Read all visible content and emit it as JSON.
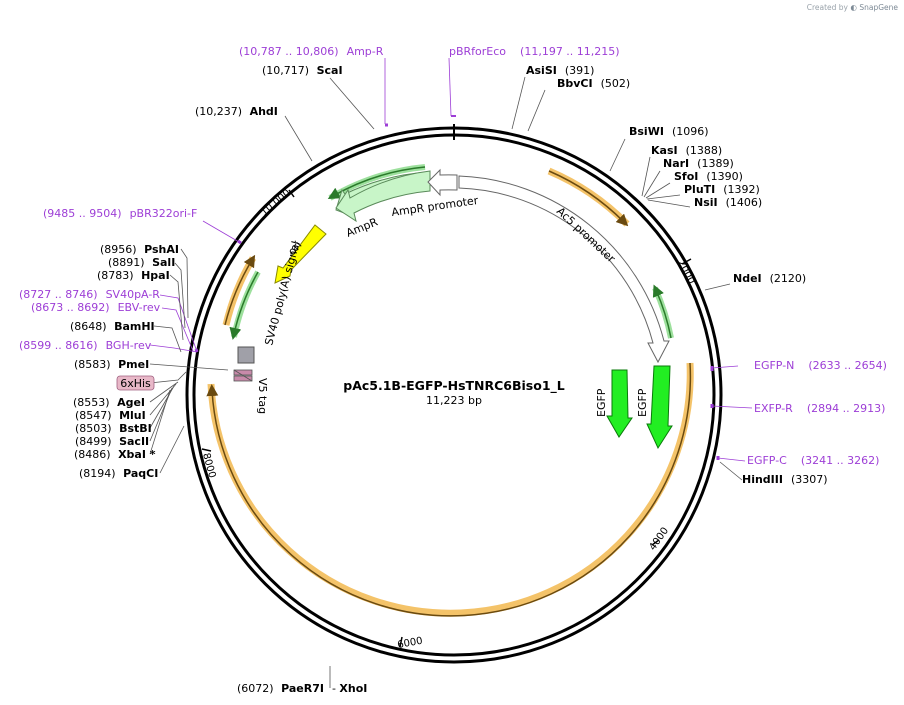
{
  "watermark": {
    "prefix": "Created by",
    "brand": "SnapGene"
  },
  "plasmid": {
    "name": "pAc5.1B-EGFP-HsTNRC6Biso1_L",
    "length": "11,223 bp"
  },
  "ticks": [
    "2000",
    "4000",
    "6000",
    "8000",
    "10,000"
  ],
  "sites": [
    {
      "pos": "(10,717)",
      "name": "ScaI"
    },
    {
      "pos": "(391)",
      "name": "AsiSI"
    },
    {
      "pos": "(502)",
      "name": "BbvCI"
    },
    {
      "pos": "(10,237)",
      "name": "AhdI"
    },
    {
      "pos": "(1096)",
      "name": "BsiWI"
    },
    {
      "pos": "(1388)",
      "name": "KasI"
    },
    {
      "pos": "(1389)",
      "name": "NarI"
    },
    {
      "pos": "(1390)",
      "name": "SfoI"
    },
    {
      "pos": "(1392)",
      "name": "PluTI"
    },
    {
      "pos": "(1406)",
      "name": "NsiI"
    },
    {
      "pos": "(2120)",
      "name": "NdeI"
    },
    {
      "pos": "(3307)",
      "name": "HindIII"
    },
    {
      "pos": "(6072)",
      "name": "PaeR7I",
      "extra": "XhoI"
    },
    {
      "pos": "(8956)",
      "name": "PshAI"
    },
    {
      "pos": "(8891)",
      "name": "SalI"
    },
    {
      "pos": "(8783)",
      "name": "HpaI"
    },
    {
      "pos": "(8648)",
      "name": "BamHI"
    },
    {
      "pos": "(8583)",
      "name": "PmeI"
    },
    {
      "pos": "(8553)",
      "name": "AgeI"
    },
    {
      "pos": "(8547)",
      "name": "MluI"
    },
    {
      "pos": "(8503)",
      "name": "BstBI"
    },
    {
      "pos": "(8499)",
      "name": "SacII"
    },
    {
      "pos": "(8486)",
      "name": "XbaI *"
    },
    {
      "pos": "(8194)",
      "name": "PaqCI"
    }
  ],
  "primers": [
    {
      "range": "(10,787 .. 10,806)",
      "name": "Amp-R"
    },
    {
      "range": "(11,197 .. 11,215)",
      "name": "pBRforEco"
    },
    {
      "range": "(9485 .. 9504)",
      "name": "pBR322ori-F"
    },
    {
      "range": "(8727 .. 8746)",
      "name": "SV40pA-R"
    },
    {
      "range": "(8673 .. 8692)",
      "name": "EBV-rev"
    },
    {
      "range": "(8599 .. 8616)",
      "name": "BGH-rev"
    },
    {
      "range": "(2633 .. 2654)",
      "name": "EGFP-N"
    },
    {
      "range": "(2894 .. 2913)",
      "name": "EXFP-R"
    },
    {
      "range": "(3241 .. 3262)",
      "name": "EGFP-C"
    }
  ],
  "features": {
    "ampr": "AmpR",
    "ampr_promoter": "AmpR promoter",
    "ori": "ori",
    "sv40": "SV40 poly(A) signal",
    "v5": "V5 tag",
    "his": "6xHis",
    "ac5": "Ac5 promoter",
    "egfp1": "EGFP",
    "egfp2": "EGFP"
  },
  "colors": {
    "backbone": "#000000",
    "primer": "#9d3ed6",
    "ampr": "#c8f5c8",
    "ori": "#ffff00",
    "egfp": "#22ee22",
    "orf": "#f2b94f",
    "v5": "#c88aaa",
    "his_fill": "#e8b8c8",
    "polyA": "#a0a0a8"
  }
}
